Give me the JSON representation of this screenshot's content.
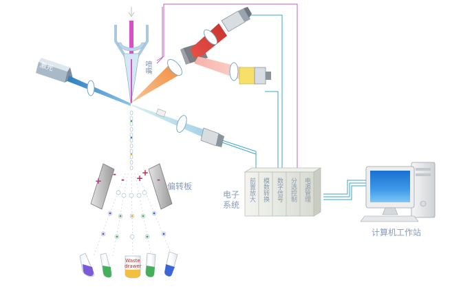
{
  "labels": {
    "laser": "激光",
    "nozzle": "喷嘴",
    "deflector": "偏转板",
    "electronics": "电子系统",
    "workstation": "计算机工作站",
    "waste": "Waste drawer"
  },
  "plate_signs": {
    "left_outer": "+",
    "left_inner": "-",
    "left_inner2": "-",
    "right_inner": "+",
    "right_inner2": "+",
    "right_outer": "-"
  },
  "modules": [
    "前置放大",
    "模数转换",
    "数字信号",
    "分选控制",
    "电源管理"
  ],
  "colors": {
    "laser_blue": "#4f9ad2",
    "scatter_orange": "#f39a4a",
    "red_beam": "#e0443c",
    "pink_beam": "#f5a0a0",
    "lens_cyan": "#9fd6e8",
    "wire_cyan": "#3aa7c8",
    "wire_magenta": "#c060b8",
    "plus_magenta": "#c0309a",
    "minus_red": "#d0204a"
  },
  "icons": {
    "laser_source": "laser-box",
    "nozzle": "sheath-flow-nozzle",
    "mirror": "dichroic-mirror",
    "detector": "pmt-detector",
    "computer": "desktop-computer"
  }
}
